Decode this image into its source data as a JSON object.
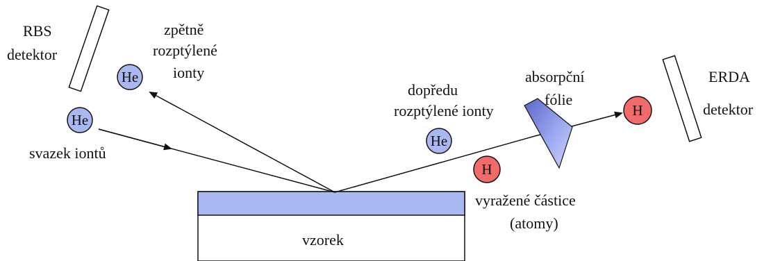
{
  "labels": {
    "rbs": "RBS",
    "rbs_detector": "detektor",
    "backscattered_1": "zpětně",
    "backscattered_2": "rozptýlené",
    "backscattered_3": "ionty",
    "beam": "svazek iontů",
    "forward_1": "dopředu",
    "forward_2": "rozptýlené ionty",
    "foil_1": "absorpční",
    "foil_2": "fólie",
    "erda": "ERDA",
    "erda_detector": "detektor",
    "recoil_1": "vyražené částice",
    "recoil_2": "(atomy)",
    "sample": "vzorek"
  },
  "atoms": {
    "helium": "He",
    "hydrogen": "H"
  },
  "colors": {
    "helium_fill": "#aab8f2",
    "hydrogen_fill": "#f26b6b",
    "surface_layer": "#aab8f2",
    "foil_fill": "#7f8de0",
    "line": "#111111"
  }
}
